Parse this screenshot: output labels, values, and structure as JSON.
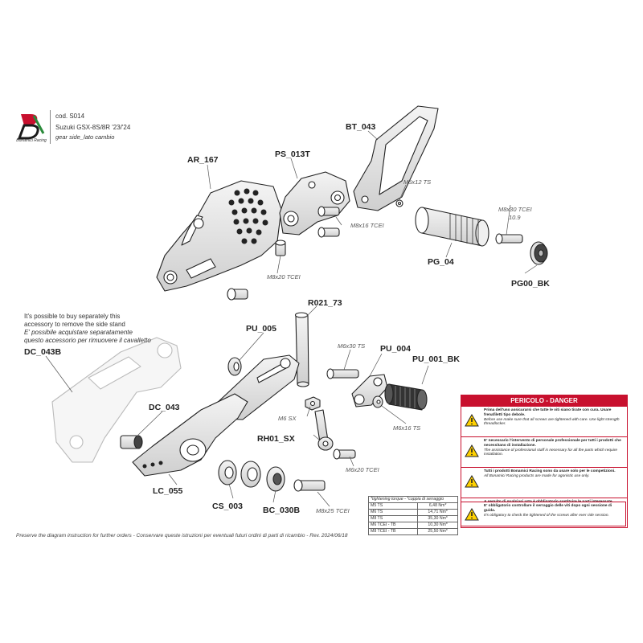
{
  "header": {
    "brand": "Bonamici Racing",
    "code": "cod. S014",
    "model": "Suzuki GSX-8S/8R '23/'24",
    "side": "gear side_lato cambio"
  },
  "parts": {
    "ar_167": "AR_167",
    "ps_013t": "PS_013T",
    "bt_043": "BT_043",
    "pg_04": "PG_04",
    "pg00_bk": "PG00_BK",
    "r021_73": "R021_73",
    "pu_005": "PU_005",
    "pu_004": "PU_004",
    "pu_001_bk": "PU_001_BK",
    "dc_043b": "DC_043B",
    "dc_043": "DC_043",
    "rh01_sx": "RH01_SX",
    "lc_055": "LC_055",
    "cs_003": "CS_003",
    "bc_030b": "BC_030B"
  },
  "hardware": {
    "m5x12": "M5x12 TS",
    "m8x30a": "M8x30 TCEI",
    "m8x30b": "10.9",
    "m8x16a": "M8x16 TCEI",
    "m8x20": "M8x20 TCEI",
    "m6x30": "M6x30 TS",
    "m6sx": "M6 SX",
    "m6x16": "M6x16 TS",
    "m6x20": "M6x20 TCEI",
    "m8x25": "M8x25 TCEI"
  },
  "note": {
    "en1": "It's possible to buy separately this",
    "en2": "accessory to remove the side stand",
    "it1": "E' possibile acquistare separatamente",
    "it2": "questo accessorio per rimuovere il cavalletto"
  },
  "torque": {
    "header_a": "*tightening torque - *coppia di serraggio",
    "rows": [
      {
        "k": "M5 TS",
        "v": "6,48 Nm*"
      },
      {
        "k": "M6 TS",
        "v": "14,71 Nm*"
      },
      {
        "k": "M8 TS",
        "v": "35,30 Nm*"
      },
      {
        "k": "M6 TCEI - TB",
        "v": "10,30 Nm*"
      },
      {
        "k": "M8 TCEI - TB",
        "v": "25,50 Nm*"
      }
    ]
  },
  "danger": {
    "title": "PERICOLO - DANGER",
    "items": [
      {
        "it": "Prima dell'uso assicurarsi che tutte le viti siano tirate con cura. Usare frenafiletti tipo debole.",
        "en": "Before use make sure that all screws are tightened with care. Use light strength threadlocker."
      },
      {
        "it": "E' necessario l'intervento di personale professionale per tutti i prodotti che necessitano di installazione.",
        "en": "The assistance of professional staff is necessary for all the parts which require installation."
      },
      {
        "it": "Tutti i prodotti Bonamici Racing sono da usare solo per le competizioni.",
        "en": "All Bonamici Racing products are made for agonistic use only."
      },
      {
        "it": "A seguito di qualsiasi urto è obbligatorio sostituire le parti interessate.",
        "en": "After any kind of impact, it's obligatory to replace the affected parts."
      },
      {
        "it": "E' obbligatorio controllare il serraggio delle viti dopo ogni sessione di guida.",
        "en": "It's obligatory to check the tightened of the screws after ever ride session."
      }
    ]
  },
  "footer": "Preserve the diagram instruction for further orders - Conservare queste istruzioni per eventuali futuri ordini di parti di ricambio - Rev. 2024/06/18"
}
